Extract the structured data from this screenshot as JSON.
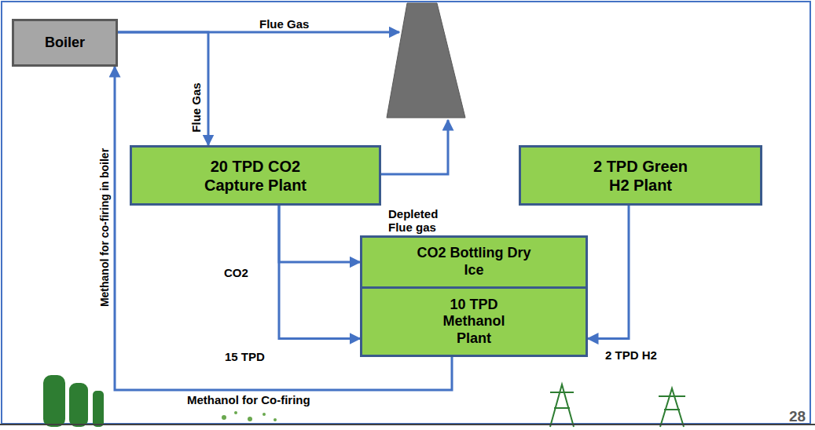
{
  "diagram": {
    "nodes": [
      {
        "text": [
          "Boiler"
        ]
      },
      {
        "text": [
          "20 TPD CO2 Capture Plant"
        ]
      },
      {
        "text": [
          "2 TPD Green H2 Plant"
        ]
      },
      {
        "text": [
          "CO2 Bottling Dry Ice"
        ]
      },
      {
        "text": [
          "10 TPD Methanol Plant"
        ]
      }
    ],
    "edges": [
      {
        "from": 0,
        "to": 1,
        "label": "Flue Gas",
        "arrow": "to"
      },
      {
        "from": 1,
        "to": 3,
        "arrow": "to"
      },
      {
        "from": 1,
        "to": 4,
        "label": "15 TPD",
        "arrow": "to"
      },
      {
        "from": 2,
        "to": 4,
        "label": "2 TPD H2",
        "arrow": "to"
      },
      {
        "from": 4,
        "to": 0,
        "label": "Methanol for Co-firing",
        "arrow": "to"
      }
    ],
    "labels": [
      "Flue Gas",
      "Depleted Flue gas",
      "CO2",
      "Methanol for co-firing in boiler",
      "28"
    ]
  }
}
